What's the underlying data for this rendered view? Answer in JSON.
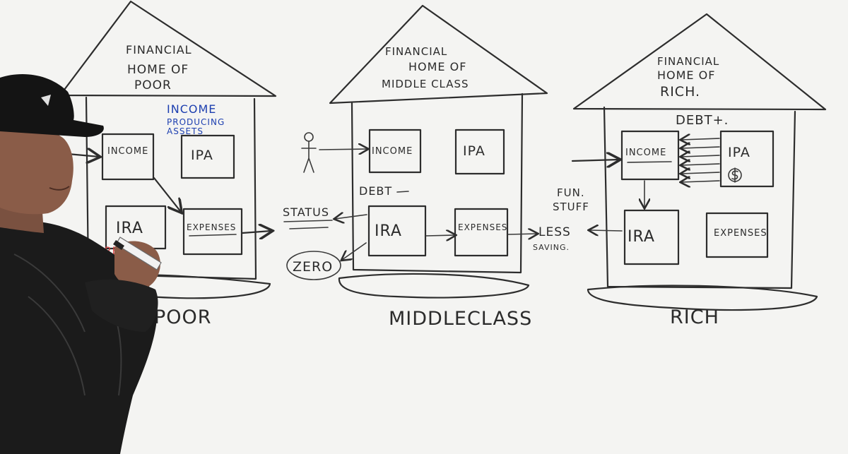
{
  "colors": {
    "whiteboard": "#f4f4f2",
    "black_marker": "#2d2d2d",
    "blue_marker": "#1d3fb0",
    "red_marker": "#d33a3a"
  },
  "houses": {
    "poor": {
      "roof_text": [
        "FINANCIAL",
        "HOME OF",
        "POOR"
      ],
      "note": [
        "INCOME",
        "PRODUCING",
        "ASSETS"
      ],
      "income": "INCOME",
      "ipa": "IPA",
      "ira": "IRA",
      "expenses": "EXPENSES",
      "red_note": "RE",
      "caption": "POOR"
    },
    "middle": {
      "roof_text": [
        "FINANCIAL",
        "HOME OF",
        "MIDDLE CLASS"
      ],
      "income": "INCOME",
      "ipa": "IPA",
      "debt": "DEBT",
      "ira": "IRA",
      "expenses": "EXPENSES",
      "status": "STATUS",
      "zero": "ZERO",
      "less_saving": [
        "LESS",
        "SAVING."
      ],
      "caption": "MIDDLECLASS"
    },
    "rich": {
      "roof_text": [
        "FINANCIAL",
        "HOME OF",
        "RICH."
      ],
      "debt": "DEBT+.",
      "income": "INCOME",
      "ipa": "IPA",
      "fun_stuff": [
        "FUN.",
        "STUFF"
      ],
      "ira": "IRA",
      "expenses": "EXPENSES",
      "caption": "RICH"
    }
  }
}
